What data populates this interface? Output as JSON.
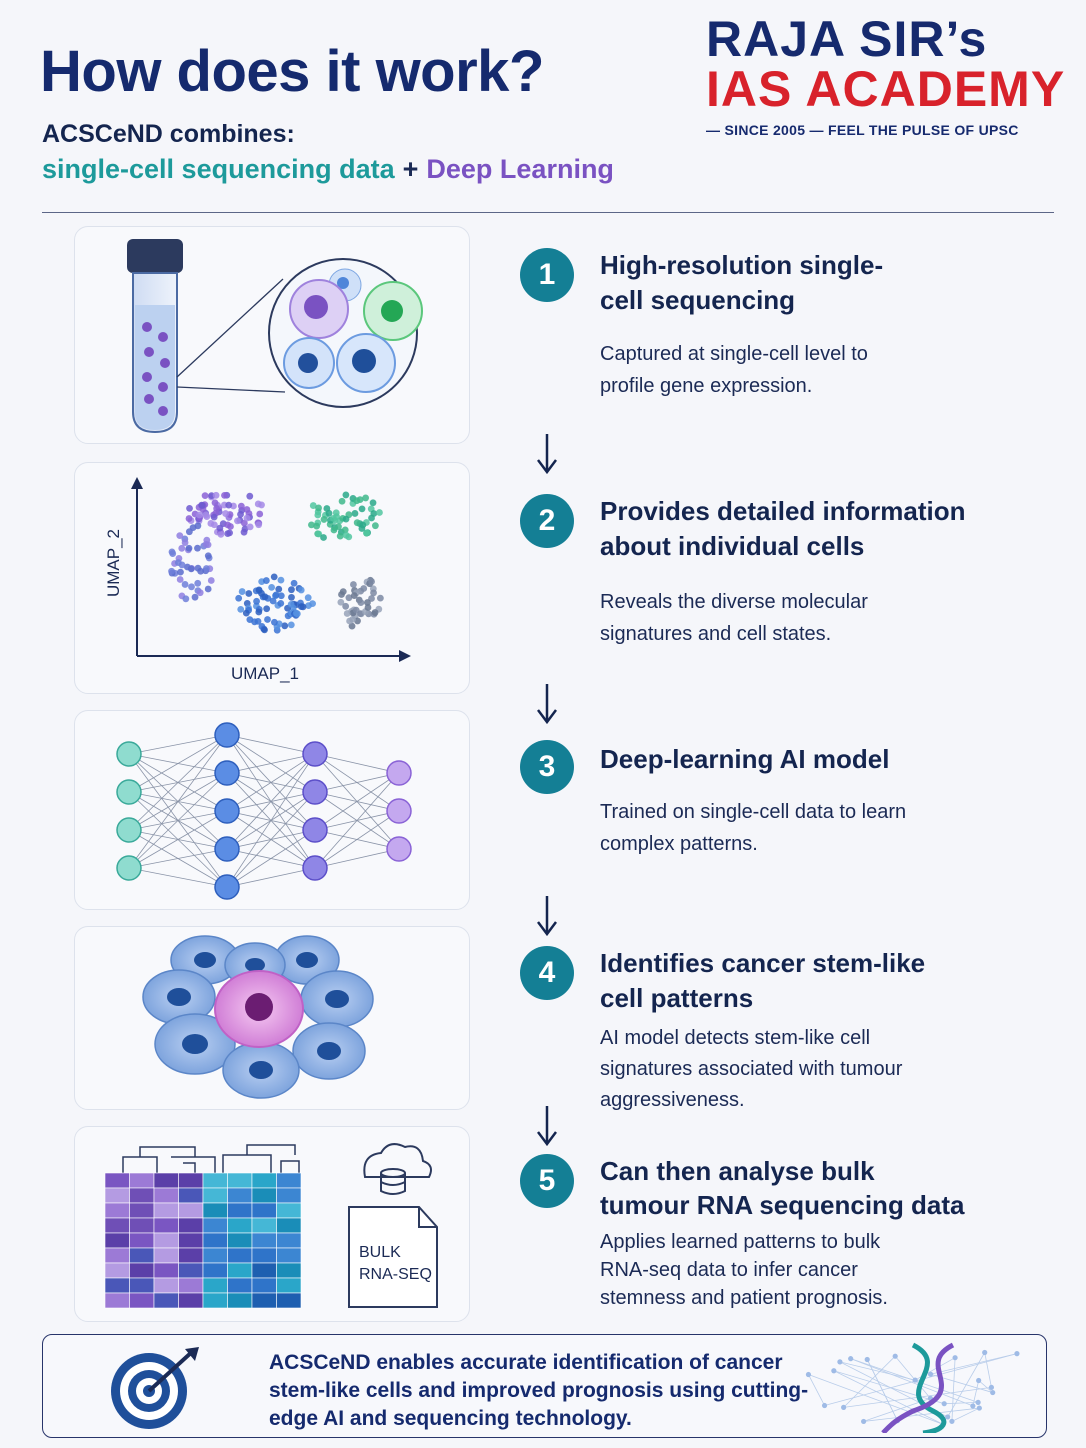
{
  "header": {
    "title": "How does it work?",
    "subtitle": "ACSCeND combines:",
    "combo_a": "single-cell sequencing data",
    "combo_plus": "+",
    "combo_b": "Deep Learning"
  },
  "brand": {
    "line1": "RAJA SIR’s",
    "line2": "IAS ACADEMY",
    "tagline": "— SINCE 2005 — FEEL THE PULSE OF UPSC"
  },
  "steps": [
    {
      "number": "1",
      "title": "High-resolution single-cell sequencing",
      "description": "Captured at single-cell level to profile gene expression."
    },
    {
      "number": "2",
      "title": "Provides detailed information about individual cells",
      "description": "Reveals the diverse molecular signatures and cell states."
    },
    {
      "number": "3",
      "title": "Deep-learning AI model",
      "description": "Trained on single-cell data to learn complex patterns."
    },
    {
      "number": "4",
      "title": "Identifies cancer stem-like cell patterns",
      "description": "AI model detects stem-like cell signatures associated with tumour aggressiveness."
    },
    {
      "number": "5",
      "title": "Can then analyse bulk tumour RNA sequencing data",
      "description": "Applies learned patterns to bulk RNA-seq data to infer cancer stemness and patient prognosis."
    }
  ],
  "umap": {
    "x_label": "UMAP_1",
    "y_label": "UMAP_2"
  },
  "bulk_doc": {
    "line1": "BULK",
    "line2": "RNA-SEQ"
  },
  "footer": {
    "text": "ACSCeND enables accurate identification of cancer stem-like cells and improved prognosis using cutting-edge AI and sequencing technology."
  },
  "colors": {
    "navy": "#152a6e",
    "teal": "#147f95",
    "red": "#d8222b",
    "purple": "#7a52c2"
  }
}
